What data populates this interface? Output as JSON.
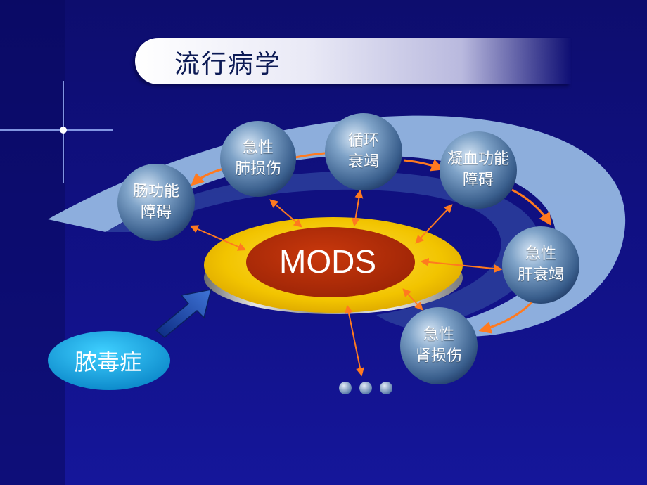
{
  "title": "流行病学",
  "center": "MODS",
  "cause": "脓毒症",
  "nodes": [
    {
      "line1": "急性",
      "line2": "肺损伤"
    },
    {
      "line1": "循环",
      "line2": "衰竭"
    },
    {
      "line1": "凝血功能",
      "line2": "障碍"
    },
    {
      "line1": "肠功能",
      "line2": "障碍"
    },
    {
      "line1": "急性",
      "line2": "肝衰竭"
    },
    {
      "line1": "急性",
      "line2": "肾损伤"
    }
  ],
  "colors": {
    "background": "#111186",
    "arrow": "#ff7a1f",
    "center_disc": "#f2c400",
    "center_core": "#b8300c",
    "node_sphere": "#4f7aa8",
    "cause_ellipse": "#14a8e0"
  },
  "icons": [
    "sparkle-icon",
    "dots-icon",
    "block-arrow-icon"
  ]
}
